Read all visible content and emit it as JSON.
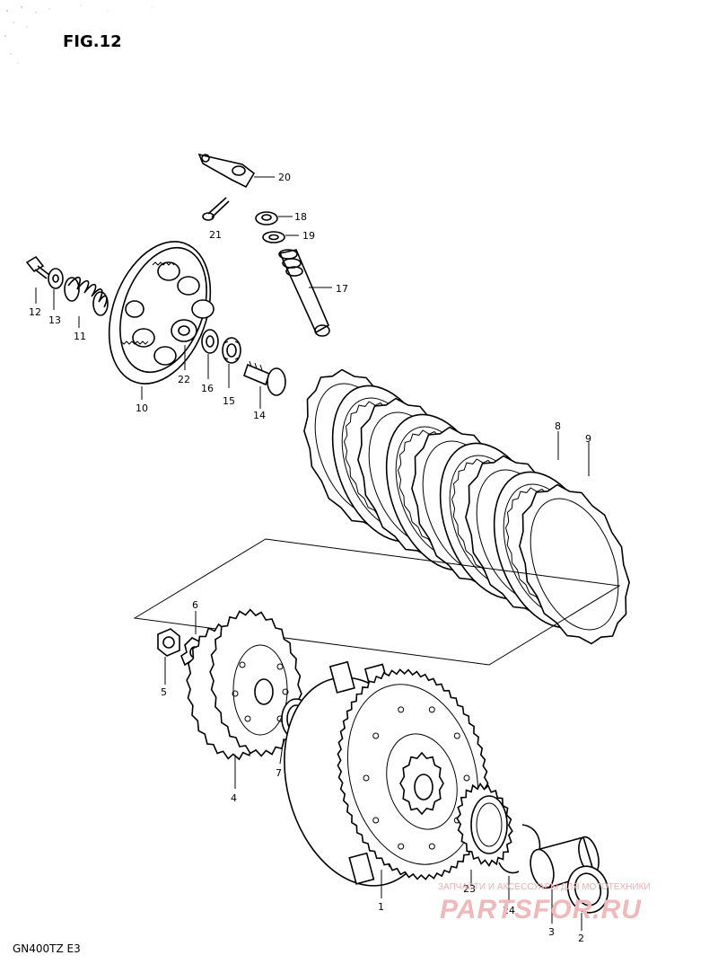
{
  "figure": {
    "title": "FIG.12",
    "model": "GN400TZ E3"
  },
  "watermark": {
    "tagline": "ЗАПЧАСТИ И АКСЕССУАРЫ ДЛЯ МОТОТЕХНИКИ",
    "site": "PARTSFOR.RU"
  },
  "callouts": {
    "c1": "1",
    "c2": "2",
    "c3": "3",
    "c4": "4",
    "c5": "5",
    "c6": "6",
    "c7": "7",
    "c8": "8",
    "c9": "9",
    "c10": "10",
    "c11": "11",
    "c12": "12",
    "c13": "13",
    "c14": "14",
    "c15": "15",
    "c16": "16",
    "c17": "17",
    "c18": "18",
    "c19": "19",
    "c20": "20",
    "c21": "21",
    "c22": "22",
    "c23": "23",
    "c24": "24"
  },
  "colors": {
    "ink": "#000000",
    "watermark": "#f0b8b8"
  }
}
